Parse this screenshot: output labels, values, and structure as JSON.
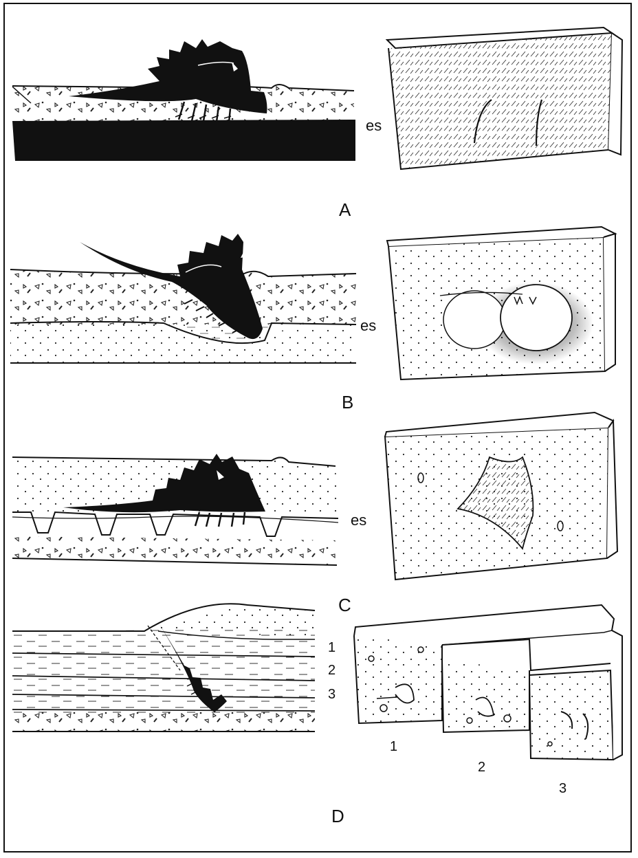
{
  "panels": [
    {
      "letter": "A",
      "surface_label": "es"
    },
    {
      "letter": "B",
      "surface_label": "es"
    },
    {
      "letter": "C",
      "surface_label": "es"
    },
    {
      "letter": "D",
      "layer_labels": [
        "1",
        "2",
        "3"
      ],
      "block_labels": [
        "1",
        "2",
        "3"
      ]
    }
  ]
}
